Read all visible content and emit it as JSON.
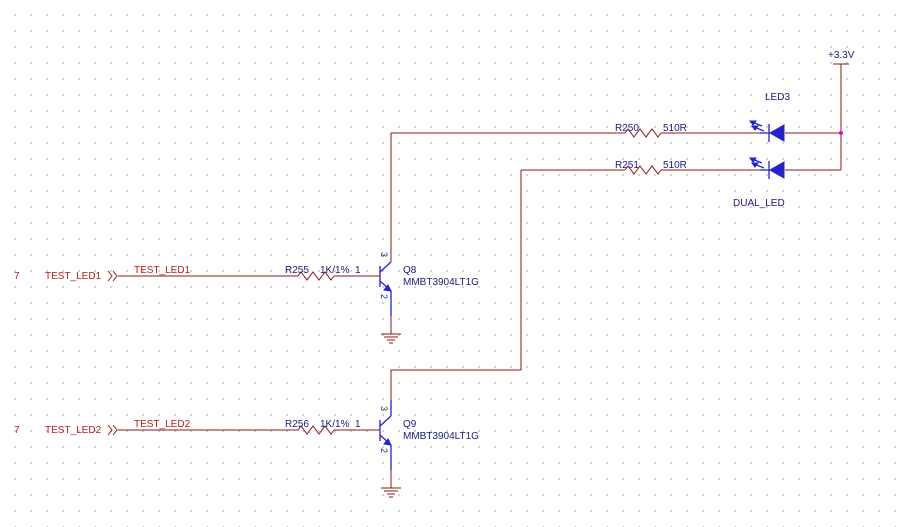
{
  "power": {
    "label": "+3.3V"
  },
  "leds": {
    "ref": "LED3",
    "part": "DUAL_LED",
    "color": "#2323c8"
  },
  "resistors": {
    "r250": {
      "ref": "R250",
      "value": "510R"
    },
    "r251": {
      "ref": "R251",
      "value": "510R"
    },
    "r255": {
      "ref": "R255",
      "value": "1K/1%"
    },
    "r256": {
      "ref": "R256",
      "value": "1K/1%"
    }
  },
  "transistors": {
    "q8": {
      "ref": "Q8",
      "part": "MMBT3904LT1G",
      "pin_base": "1",
      "pin_collector": "3",
      "pin_emitter": "2"
    },
    "q9": {
      "ref": "Q9",
      "part": "MMBT3904LT1G",
      "pin_base": "1",
      "pin_collector": "3",
      "pin_emitter": "2"
    }
  },
  "ports": {
    "led1": {
      "sheet": "7",
      "name": "TEST_LED1",
      "net": "TEST_LED1"
    },
    "led2": {
      "sheet": "7",
      "name": "TEST_LED2",
      "net": "TEST_LED2"
    }
  },
  "colors": {
    "wire": "#8b1a1a",
    "device": "#2323c8",
    "net_label": "#c01818",
    "junction": "#ff00ff"
  }
}
